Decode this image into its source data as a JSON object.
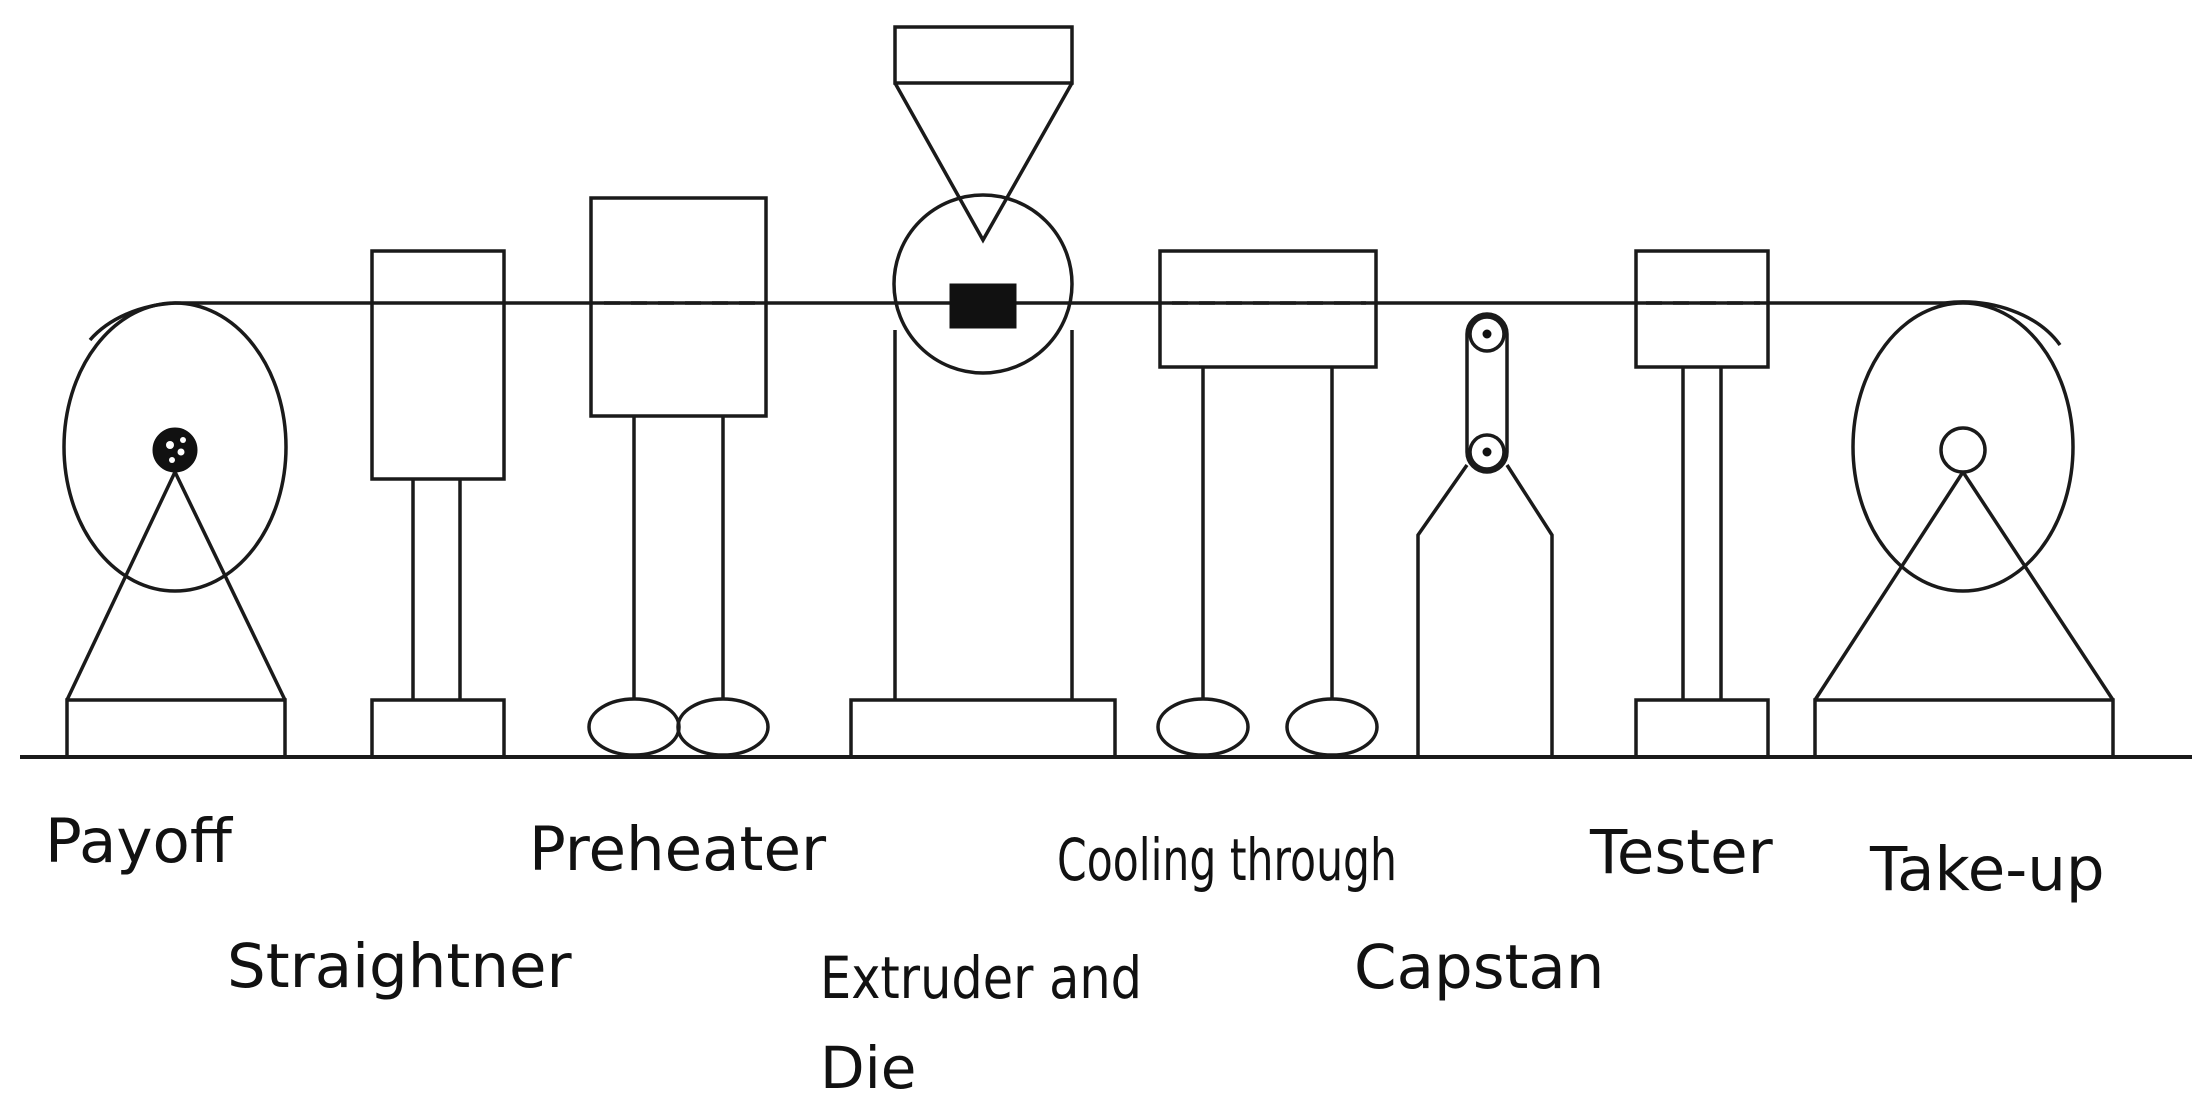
{
  "labels": {
    "payoff": "Payoff",
    "straightner": "Straightner",
    "preheater": "Preheater",
    "extruder_line1": "Extruder and",
    "extruder_line2": "Die",
    "cooling": "Cooling through",
    "capstan": "Capstan",
    "tester": "Tester",
    "takeup": "Take-up"
  }
}
